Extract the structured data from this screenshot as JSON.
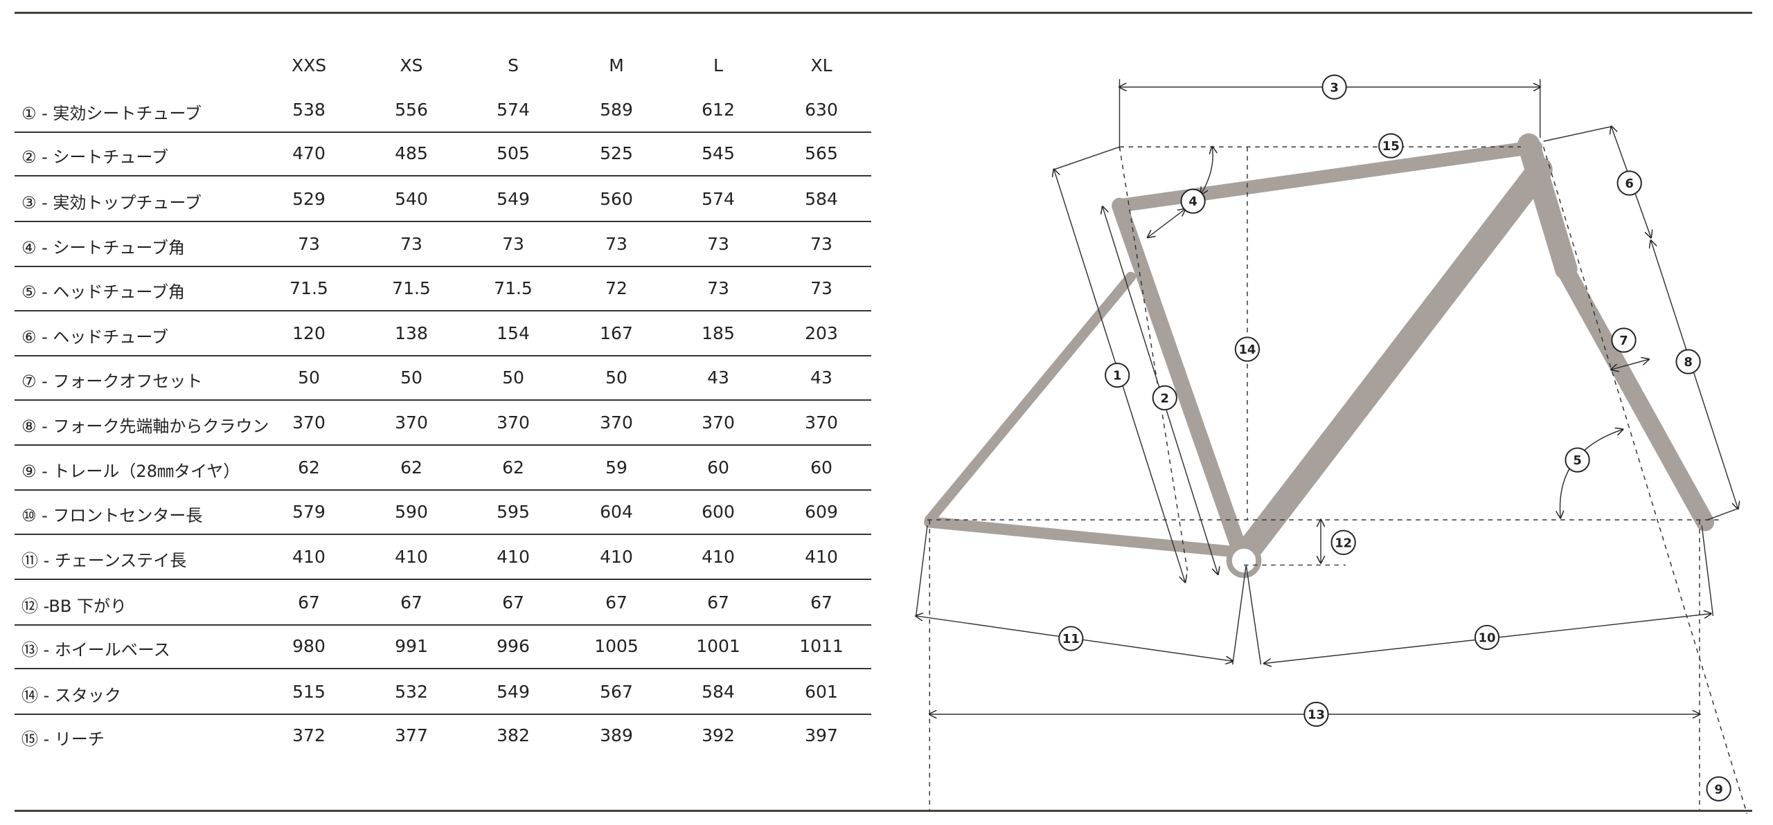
{
  "table": {
    "columns": [
      "XXS",
      "XS",
      "S",
      "M",
      "L",
      "XL"
    ],
    "rows": [
      {
        "label": "① - 実効シートチューブ",
        "values": [
          "538",
          "556",
          "574",
          "589",
          "612",
          "630"
        ]
      },
      {
        "label": "② - シートチューブ",
        "values": [
          "470",
          "485",
          "505",
          "525",
          "545",
          "565"
        ]
      },
      {
        "label": "③ - 実効トップチューブ",
        "values": [
          "529",
          "540",
          "549",
          "560",
          "574",
          "584"
        ]
      },
      {
        "label": "④ - シートチューブ角",
        "values": [
          "73",
          "73",
          "73",
          "73",
          "73",
          "73"
        ]
      },
      {
        "label": "⑤ - ヘッドチューブ角",
        "values": [
          "71.5",
          "71.5",
          "71.5",
          "72",
          "73",
          "73"
        ]
      },
      {
        "label": "⑥ - ヘッドチューブ",
        "values": [
          "120",
          "138",
          "154",
          "167",
          "185",
          "203"
        ]
      },
      {
        "label": "⑦ - フォークオフセット",
        "values": [
          "50",
          "50",
          "50",
          "50",
          "43",
          "43"
        ]
      },
      {
        "label": "⑧ - フォーク先端軸からクラウン",
        "values": [
          "370",
          "370",
          "370",
          "370",
          "370",
          "370"
        ]
      },
      {
        "label": "⑨ - トレール（28㎜タイヤ）",
        "values": [
          "62",
          "62",
          "62",
          "59",
          "60",
          "60"
        ]
      },
      {
        "label": "⑩ - フロントセンター長",
        "values": [
          "579",
          "590",
          "595",
          "604",
          "600",
          "609"
        ]
      },
      {
        "label": "⑪ - チェーンステイ長",
        "values": [
          "410",
          "410",
          "410",
          "410",
          "410",
          "410"
        ]
      },
      {
        "label": "⑫ -BB 下がり",
        "values": [
          "67",
          "67",
          "67",
          "67",
          "67",
          "67"
        ]
      },
      {
        "label": "⑬ - ホイールベース",
        "values": [
          "980",
          "991",
          "996",
          "1005",
          "1001",
          "1011"
        ]
      },
      {
        "label": "⑭ - スタック",
        "values": [
          "515",
          "532",
          "549",
          "567",
          "584",
          "601"
        ]
      },
      {
        "label": "⑮ - リーチ",
        "values": [
          "372",
          "377",
          "382",
          "389",
          "392",
          "397"
        ]
      }
    ]
  },
  "diagram": {
    "labels": [
      "1",
      "2",
      "3",
      "4",
      "5",
      "6",
      "7",
      "8",
      "9",
      "10",
      "11",
      "12",
      "13",
      "14",
      "15"
    ],
    "frame_color": "#a8a19b"
  }
}
